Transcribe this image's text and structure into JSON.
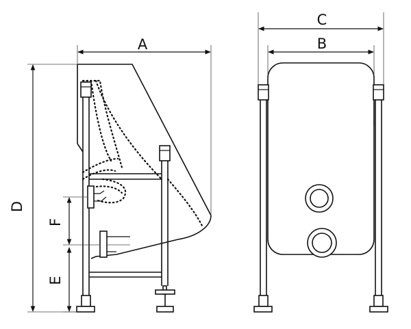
{
  "dimension_labels": {
    "a": "A",
    "b": "B",
    "c": "C",
    "d": "D",
    "e": "E",
    "f": "F"
  },
  "colors": {
    "line": "#111111",
    "background": "#ffffff"
  }
}
